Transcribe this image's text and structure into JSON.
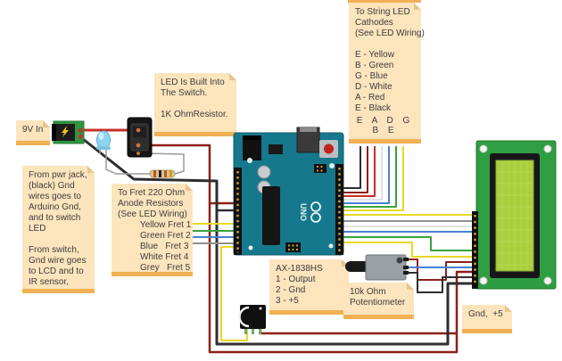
{
  "notes": {
    "power_in": "9V In",
    "switch_led": "LED Is Built Into\nThe Switch.\n\n1K OhmResistor.",
    "string_cathodes": "To String LED\nCathodes\n(See LED Wiring)\n\nE - Yellow\nB - Green\nG - Blue\nD - White\nA - Red\nE - Black",
    "string_order": "E A D G B E",
    "ground_routing": "From pwr jack,\n(black) Gnd\nwires goes to\nArduino Gnd,\nand to switch\nLED\n\nFrom switch,\nGnd wire goes\nto LCD and to\nIR sensor,",
    "fret_resistors": "To Fret 220 Ohm\nAnode Resistors\n(See LED Wiring)\n         Yellow Fret 1\n         Green Fret 2\n         Blue   Fret 3\n         White Fret 4\n         Grey   Fret 5",
    "ir_sensor": "AX-1838HS\n1 - Output\n2 - Gnd\n3 - +5",
    "potentiometer": "10k Ohm\nPotentiometer",
    "lcd_power": "Gnd,  +5"
  },
  "components": {
    "arduino_logo": "UNO"
  },
  "colors": {
    "note_bg": "#fce4bd",
    "note_bar": "#f0b054",
    "wire_red": "#c53024",
    "wire_dark_red": "#8d2016",
    "wire_black": "#2e2e2e",
    "wire_yellow": "#e8d825",
    "wire_green": "#3aa23c",
    "wire_blue": "#4a7fd1",
    "wire_grey": "#909090",
    "wire_white": "#e2e2e2",
    "wire_lead_grey": "#9a9a9a",
    "arduino_teal": "#16788c",
    "pcb_green": "#2f9e42",
    "lcd_screen": "#a9cf3e",
    "led_blue": "#8fd4f0",
    "resistor_body": "#d9c59a"
  }
}
